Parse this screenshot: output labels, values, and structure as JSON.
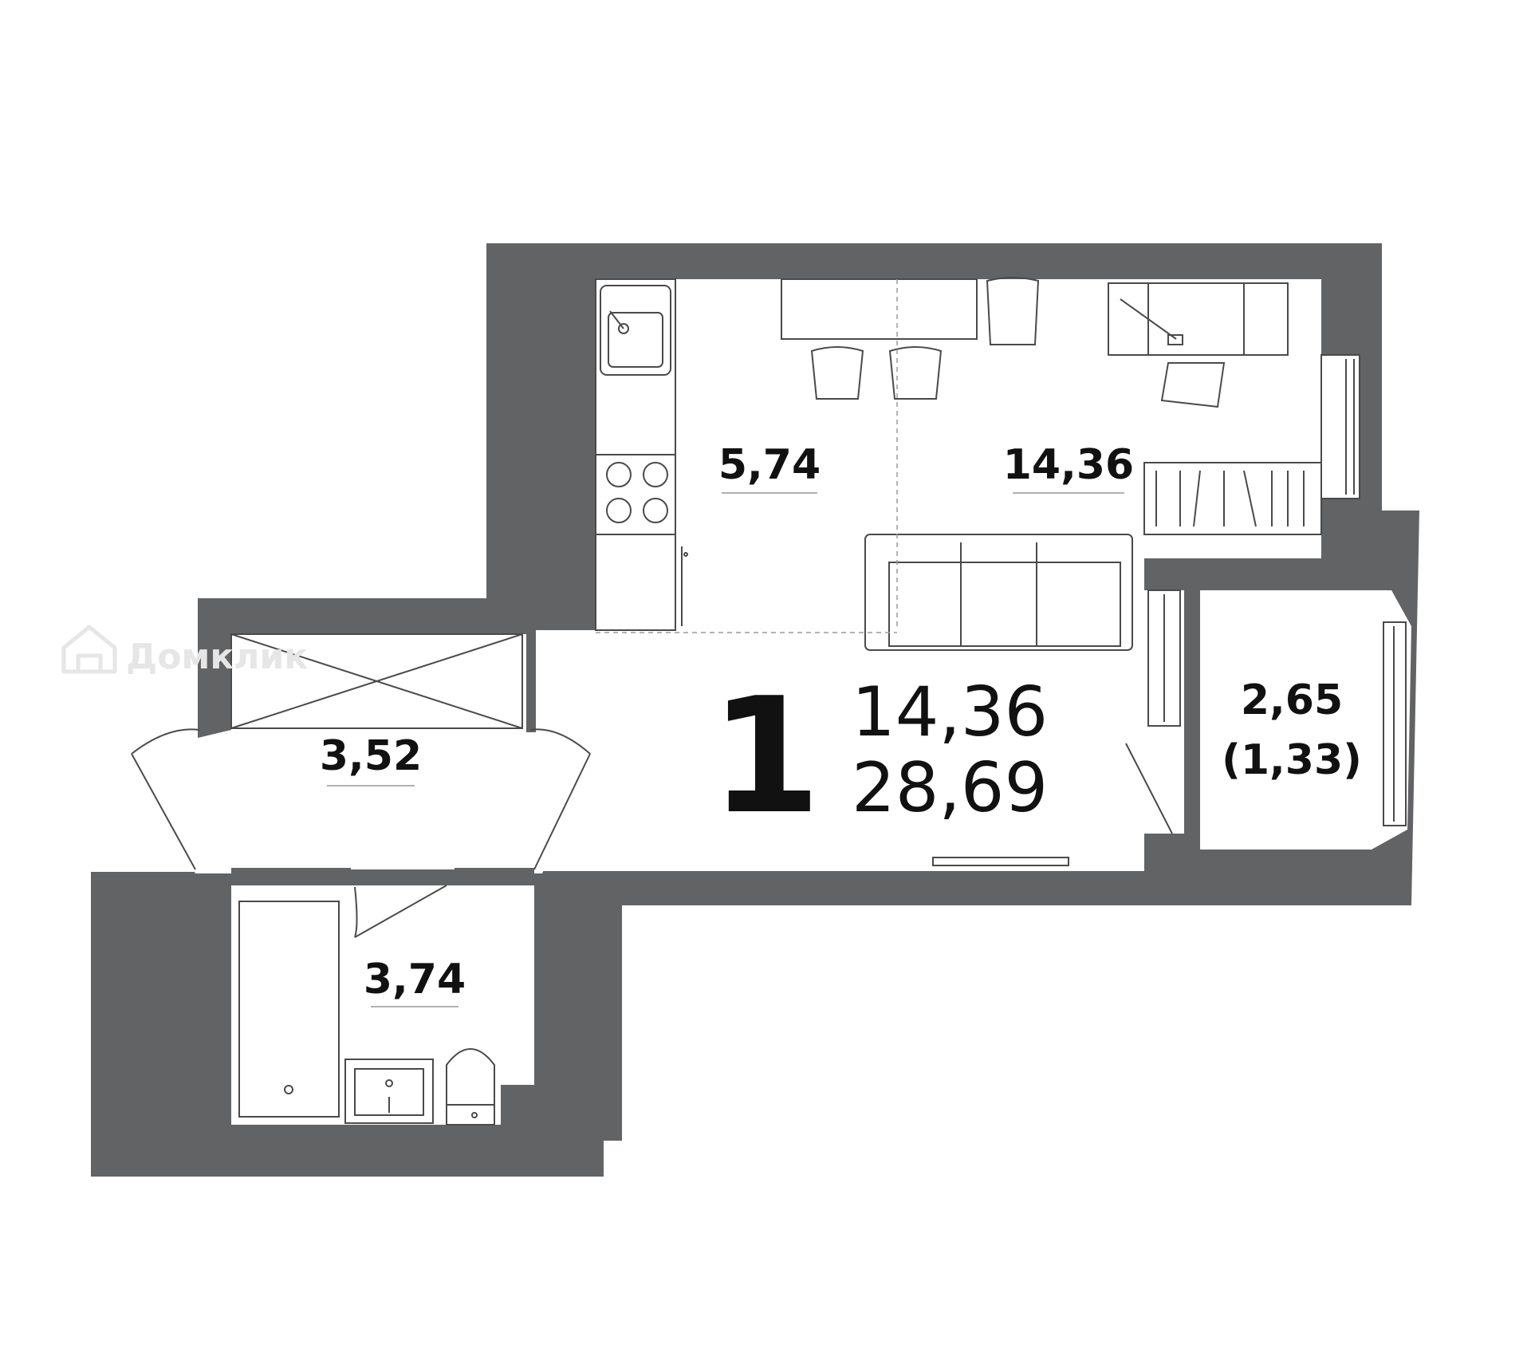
{
  "plan": {
    "room_count": "1",
    "living_area": "14,36",
    "total_area": "28,69",
    "rooms": {
      "kitchen": "5,74",
      "living": "14,36",
      "hall": "3,52",
      "bathroom": "3,74",
      "balcony_area": "2,65",
      "balcony_reduced": "(1,33)"
    }
  },
  "watermark": "Домклик",
  "colors": {
    "wall": "#626365",
    "text": "#111111",
    "watermark": "#e6e6e6"
  }
}
